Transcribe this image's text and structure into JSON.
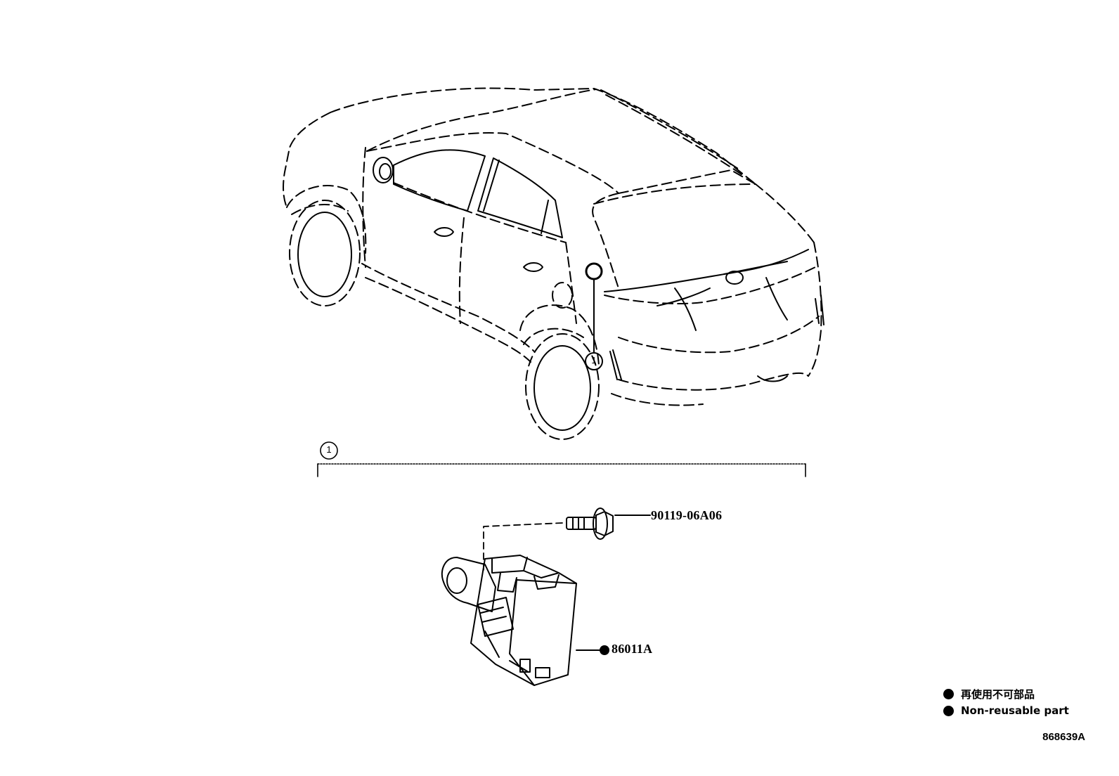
{
  "callouts": {
    "item_number": "1"
  },
  "parts": {
    "bolt_part_no": "90119-06A06",
    "sensor_part_no": "86011A"
  },
  "legend": {
    "japanese_text": "再使用不可部品",
    "english_text": "Non-reusable part",
    "dot_color": "#000000"
  },
  "illustration_id": "868639A",
  "colors": {
    "line": "#000000",
    "background": "#ffffff"
  }
}
